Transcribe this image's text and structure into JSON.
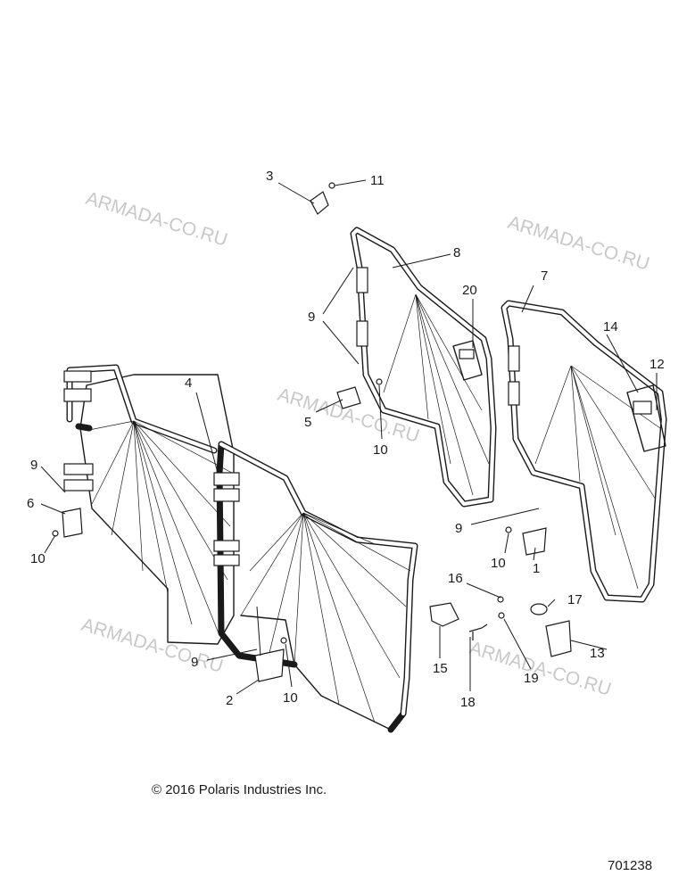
{
  "callouts": {
    "c1": "1",
    "c2": "2",
    "c3": "3",
    "c4": "4",
    "c5": "5",
    "c6": "6",
    "c7": "7",
    "c8": "8",
    "c9": "9",
    "c10": "10",
    "c11": "11",
    "c12": "12",
    "c13": "13",
    "c14": "14",
    "c15": "15",
    "c16": "16",
    "c17": "17",
    "c18": "18",
    "c19": "19",
    "c20": "20"
  },
  "watermark": "ARMADA-CO.RU",
  "copyright": "© 2016 Polaris Industries Inc.",
  "diagram_number": "701238"
}
